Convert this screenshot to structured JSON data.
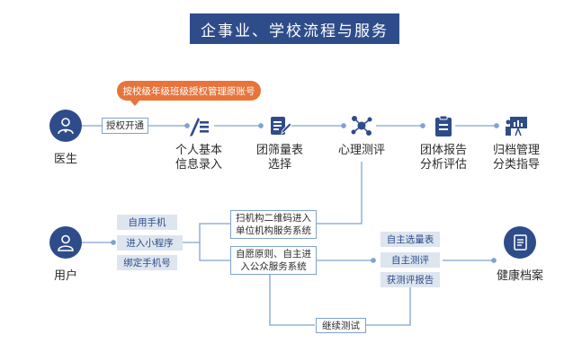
{
  "title": "企事业、学校流程与服务",
  "callout": "按校级年级班级授权管理原账号",
  "actors": {
    "doctor": {
      "label": "医生",
      "icon": "doctor-icon"
    },
    "user": {
      "label": "用户",
      "icon": "user-icon"
    },
    "archive": {
      "label": "健康档案",
      "icon": "document-icon"
    }
  },
  "authorize_label": "授权开通",
  "steps": [
    {
      "line1": "个人基本",
      "line2": "信息录入",
      "icon": "pen-form-icon"
    },
    {
      "line1": "团筛量表",
      "line2": "选择",
      "icon": "checklist-pen-icon"
    },
    {
      "line1": "心理测评",
      "line2": "",
      "icon": "network-nodes-icon"
    },
    {
      "line1": "团体报告",
      "line2": "分析评估",
      "icon": "clipboard-icon"
    },
    {
      "line1": "归档管理",
      "line2": "分类指导",
      "icon": "presentation-icon"
    }
  ],
  "user_options": [
    "自用手机",
    "进入小程序",
    "绑定手机号"
  ],
  "entry_boxes": [
    {
      "line1": "扫机构二维码进入",
      "line2": "单位机构服务系统"
    },
    {
      "line1": "自愿原则、自主进",
      "line2": "入公众服务系统"
    }
  ],
  "self_service": [
    "自主选量表",
    "自主测评",
    "获测评报告"
  ],
  "continue_label": "继续测试",
  "colors": {
    "primary": "#2f4c8a",
    "accent": "#e8743b",
    "line": "#7fa3cf",
    "chip": "#dde5ef"
  }
}
